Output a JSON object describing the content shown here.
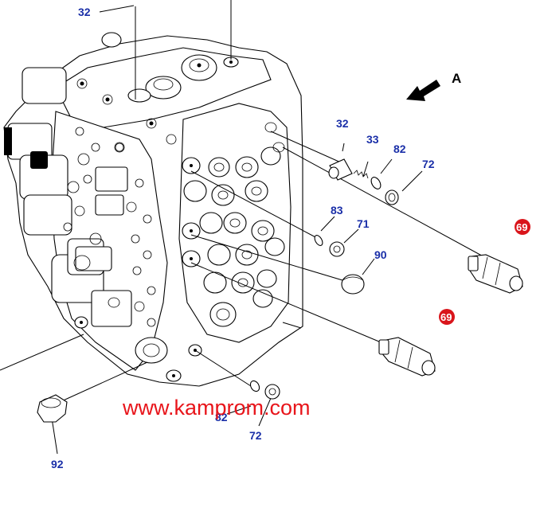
{
  "diagram": {
    "view_label": "A",
    "watermark": "www.kamprom.com",
    "callouts": {
      "c32_top": "32",
      "c32_right": "32",
      "c33": "33",
      "c82_right": "82",
      "c72_right": "72",
      "c83": "83",
      "c71": "71",
      "c90": "90",
      "c69_top": "69",
      "c69_bottom": "69",
      "c82_bottom": "82",
      "c72_bottom": "72",
      "c92": "92"
    },
    "colors": {
      "callout_blue": "#1a2fa8",
      "callout_red": "#d9151b",
      "watermark_red": "#e8151b",
      "line": "#000000"
    }
  }
}
